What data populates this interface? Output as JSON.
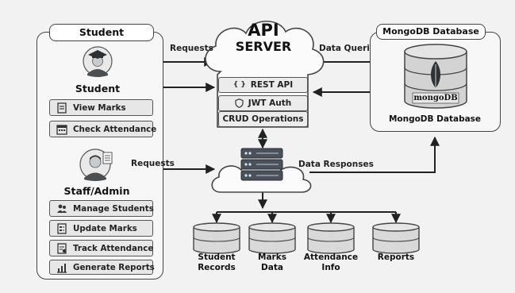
{
  "student_panel": {
    "title": "Student",
    "student_label": "Student",
    "student_items": [
      "View Marks",
      "Check Attendance"
    ],
    "staff_label": "Staff/Admin",
    "staff_items": [
      "Manage Students",
      "Update Marks",
      "Track Attendance",
      "Generate Reports"
    ]
  },
  "api_server": {
    "title_line1": "API",
    "title_line2": "SERVER",
    "boxes": [
      "REST API",
      "JWT Auth",
      "CRUD Operations"
    ],
    "rest_icon": "{ }"
  },
  "flows": {
    "requests_top": "Requests",
    "data_queries": "Data Queries",
    "requests_bottom": "Requests",
    "data_responses": "Data Responses"
  },
  "mongo_panel": {
    "title": "MongoDB Database",
    "logo_text": "mongoDB",
    "caption": "MongoDB Database"
  },
  "data_stores": [
    {
      "line1": "Student",
      "line2": "Records"
    },
    {
      "line1": "Marks",
      "line2": "Data"
    },
    {
      "line1": "Attendance",
      "line2": "Info"
    },
    {
      "line1": "Reports",
      "line2": ""
    }
  ],
  "colors": {
    "panel_border": "#444444",
    "item_fill": "#e7e7e7",
    "cylinder_fill": "#d9d9d9",
    "server_dark": "#4a5158"
  }
}
